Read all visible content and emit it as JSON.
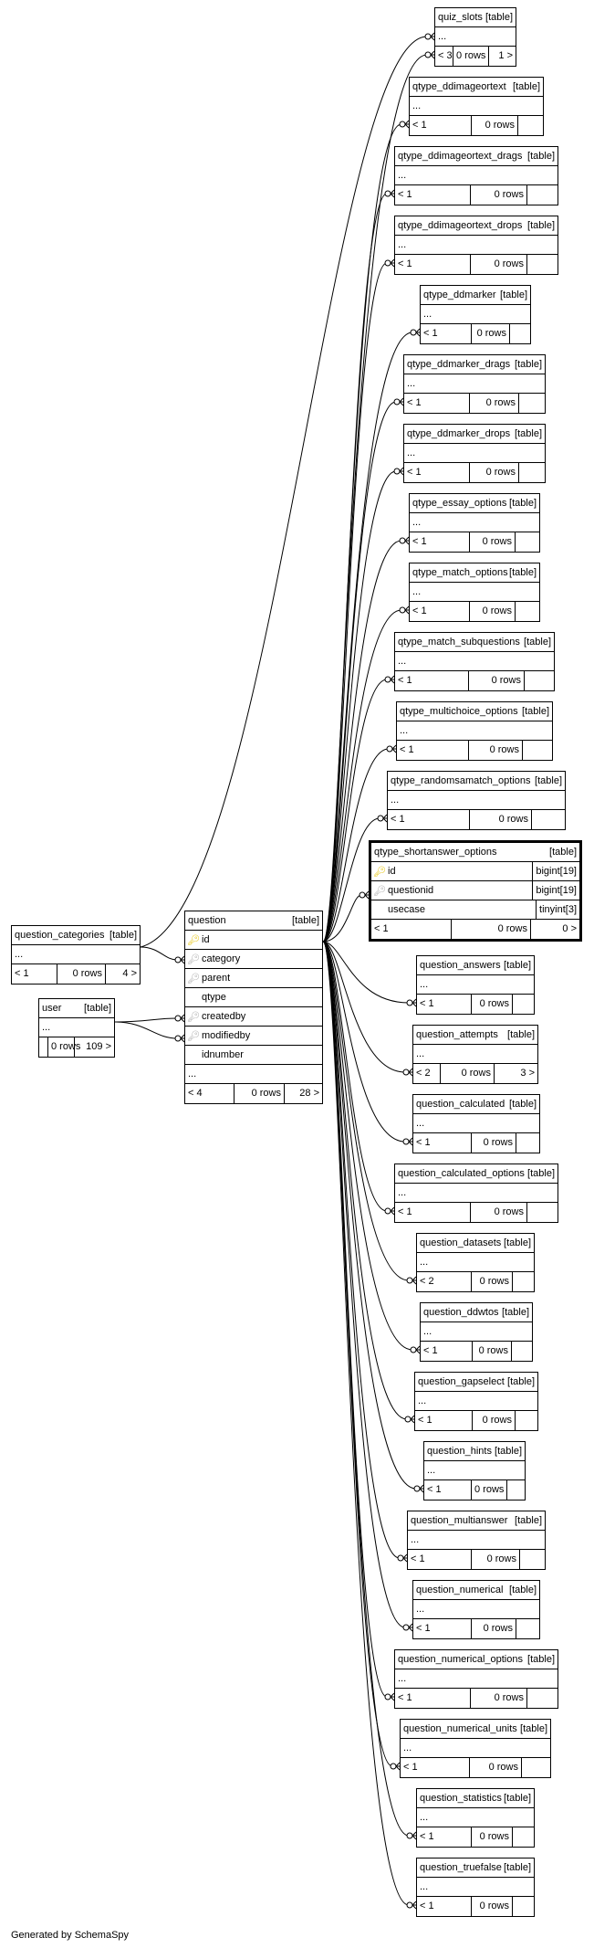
{
  "footer": "Generated by SchemaSpy",
  "type_label": "[table]",
  "question": {
    "name": "question",
    "columns": [
      "id",
      "category",
      "parent",
      "qtype",
      "createdby",
      "modifiedby",
      "idnumber"
    ],
    "ellipsis": "...",
    "parents": "< 4",
    "rows": "0 rows",
    "children": "28 >"
  },
  "question_categories": {
    "name": "question_categories",
    "ellipsis": "...",
    "parents": "< 1",
    "rows": "0 rows",
    "children": "4 >"
  },
  "user": {
    "name": "user",
    "ellipsis": "...",
    "parents": "",
    "rows": "0 rows",
    "children": "109 >"
  },
  "qtype_shortanswer_options": {
    "name": "qtype_shortanswer_options",
    "columns": [
      {
        "name": "id",
        "type": "bigint[19]"
      },
      {
        "name": "questionid",
        "type": "bigint[19]"
      },
      {
        "name": "usecase",
        "type": "tinyint[3]"
      }
    ],
    "parents": "< 1",
    "rows": "0 rows",
    "children": "0 >"
  },
  "right_tables": [
    {
      "name": "quiz_slots",
      "parents": "< 3",
      "rows": "0 rows",
      "children": "1 >"
    },
    {
      "name": "qtype_ddimageortext",
      "parents": "< 1",
      "rows": "0 rows",
      "children": ""
    },
    {
      "name": "qtype_ddimageortext_drags",
      "parents": "< 1",
      "rows": "0 rows",
      "children": ""
    },
    {
      "name": "qtype_ddimageortext_drops",
      "parents": "< 1",
      "rows": "0 rows",
      "children": ""
    },
    {
      "name": "qtype_ddmarker",
      "parents": "< 1",
      "rows": "0 rows",
      "children": ""
    },
    {
      "name": "qtype_ddmarker_drags",
      "parents": "< 1",
      "rows": "0 rows",
      "children": ""
    },
    {
      "name": "qtype_ddmarker_drops",
      "parents": "< 1",
      "rows": "0 rows",
      "children": ""
    },
    {
      "name": "qtype_essay_options",
      "parents": "< 1",
      "rows": "0 rows",
      "children": ""
    },
    {
      "name": "qtype_match_options",
      "parents": "< 1",
      "rows": "0 rows",
      "children": ""
    },
    {
      "name": "qtype_match_subquestions",
      "parents": "< 1",
      "rows": "0 rows",
      "children": ""
    },
    {
      "name": "qtype_multichoice_options",
      "parents": "< 1",
      "rows": "0 rows",
      "children": ""
    },
    {
      "name": "qtype_randomsamatch_options",
      "parents": "< 1",
      "rows": "0 rows",
      "children": ""
    },
    {
      "name": "question_answers",
      "parents": "< 1",
      "rows": "0 rows",
      "children": ""
    },
    {
      "name": "question_attempts",
      "parents": "< 2",
      "rows": "0 rows",
      "children": "3 >"
    },
    {
      "name": "question_calculated",
      "parents": "< 1",
      "rows": "0 rows",
      "children": ""
    },
    {
      "name": "question_calculated_options",
      "parents": "< 1",
      "rows": "0 rows",
      "children": ""
    },
    {
      "name": "question_datasets",
      "parents": "< 2",
      "rows": "0 rows",
      "children": ""
    },
    {
      "name": "question_ddwtos",
      "parents": "< 1",
      "rows": "0 rows",
      "children": ""
    },
    {
      "name": "question_gapselect",
      "parents": "< 1",
      "rows": "0 rows",
      "children": ""
    },
    {
      "name": "question_hints",
      "parents": "< 1",
      "rows": "0 rows",
      "children": ""
    },
    {
      "name": "question_multianswer",
      "parents": "< 1",
      "rows": "0 rows",
      "children": ""
    },
    {
      "name": "question_numerical",
      "parents": "< 1",
      "rows": "0 rows",
      "children": ""
    },
    {
      "name": "question_numerical_options",
      "parents": "< 1",
      "rows": "0 rows",
      "children": ""
    },
    {
      "name": "question_numerical_units",
      "parents": "< 1",
      "rows": "0 rows",
      "children": ""
    },
    {
      "name": "question_statistics",
      "parents": "< 1",
      "rows": "0 rows",
      "children": ""
    },
    {
      "name": "question_truefalse",
      "parents": "< 1",
      "rows": "0 rows",
      "children": ""
    }
  ],
  "ellipsis": "..."
}
